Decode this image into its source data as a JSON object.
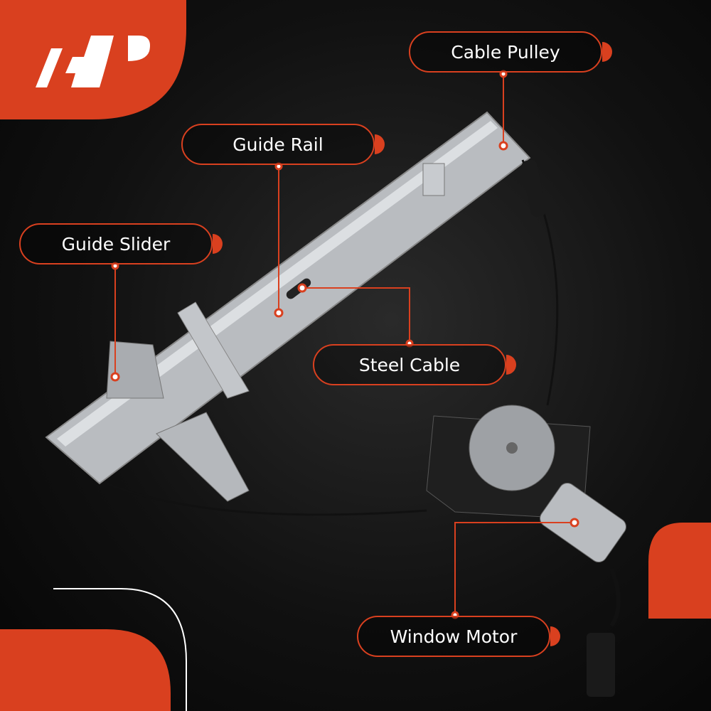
{
  "colors": {
    "accent": "#d9401f",
    "background": "#0d0d0d",
    "label_text": "#ffffff"
  },
  "logo": {
    "icon": "ap-logo"
  },
  "labels": [
    {
      "id": "cable-pulley",
      "text": "Cable Pulley"
    },
    {
      "id": "guide-rail",
      "text": "Guide Rail"
    },
    {
      "id": "guide-slider",
      "text": "Guide Slider"
    },
    {
      "id": "steel-cable",
      "text": "Steel Cable"
    },
    {
      "id": "window-motor",
      "text": "Window Motor"
    }
  ]
}
